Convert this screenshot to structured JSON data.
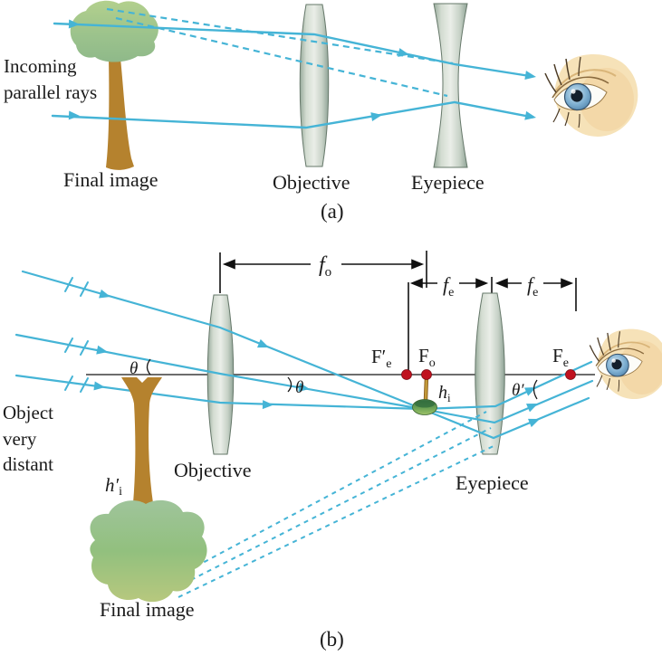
{
  "figure": {
    "description": "Two-panel ray diagram of telescopes: (a) objective with diverging eyepiece viewed by an eye, (b) astronomical telescope with objective and eyepiece focal lengths marked"
  },
  "colors": {
    "ray": "#45b4d6",
    "axis": "#3c3c3c",
    "dimension": "#111111",
    "focus_dot": "#c0121f",
    "trunk": "#b5822e",
    "text": "#1a1a1a"
  },
  "panel_a": {
    "incoming_line1": "Incoming",
    "incoming_line2": "parallel rays",
    "final_image": "Final image",
    "objective": "Objective",
    "eyepiece": "Eyepiece",
    "caption": "(a)"
  },
  "panel_b": {
    "object_line1": "Object",
    "object_line2": "very",
    "object_line3": "distant",
    "objective": "Objective",
    "eyepiece": "Eyepiece",
    "final_image": "Final image",
    "caption": "(b)",
    "f_o": {
      "base": "f",
      "sub": "o"
    },
    "f_e1": {
      "base": "f",
      "sub": "e"
    },
    "f_e2": {
      "base": "f",
      "sub": "e"
    },
    "F_e_prime": {
      "base": "F′",
      "sub": "e"
    },
    "F_o": {
      "base": "F",
      "sub": "o"
    },
    "F_e": {
      "base": "F",
      "sub": "e"
    },
    "h_i": {
      "base": "h",
      "sub": "i"
    },
    "h_i_prime": {
      "base": "h′",
      "sub": "i"
    },
    "theta1": "θ",
    "theta2": "θ",
    "theta_prime": "θ′"
  }
}
